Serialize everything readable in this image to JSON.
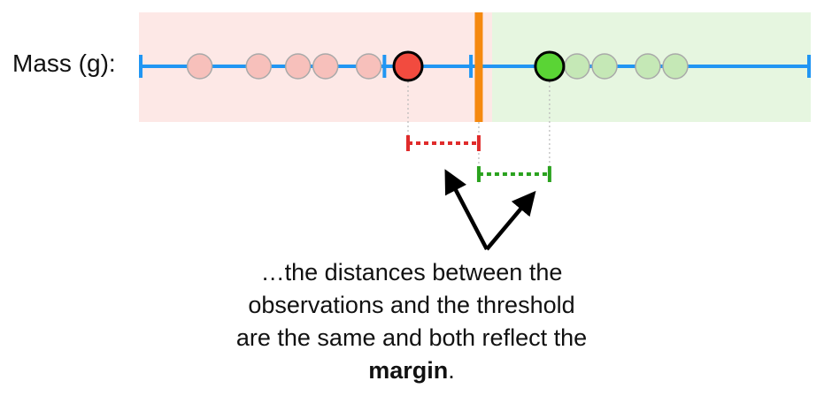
{
  "axis_label": "Mass (g):",
  "caption": {
    "line1": "…the distances between the",
    "line2": "observations and the threshold",
    "line3": "are the same and both reflect the",
    "emph": "margin",
    "tail": "."
  },
  "colors": {
    "left_region": "#fde8e6",
    "right_region": "#e6f6e0",
    "axis": "#2196f3",
    "threshold": "#f5890f",
    "red_obs": "#f24b3f",
    "red_faded": "#f7c0bb",
    "green_obs": "#5ad435",
    "green_faded": "#c5e8b6",
    "red_dotted": "#e02b2b",
    "green_dotted": "#2aa21e",
    "guide": "#b9b9b9"
  },
  "observations": {
    "left_faded": [
      1,
      2.5,
      3.5,
      4.2,
      5.3
    ],
    "left_edge": 6.3,
    "threshold": 8.1,
    "right_edge": 9.9,
    "right_faded": [
      10.6,
      11.3,
      12.4,
      13.1
    ]
  },
  "axis": {
    "min": -0.5,
    "max": 16.5,
    "ticks": [
      -0.5,
      2.6,
      5.7,
      7.9,
      16.5
    ]
  }
}
